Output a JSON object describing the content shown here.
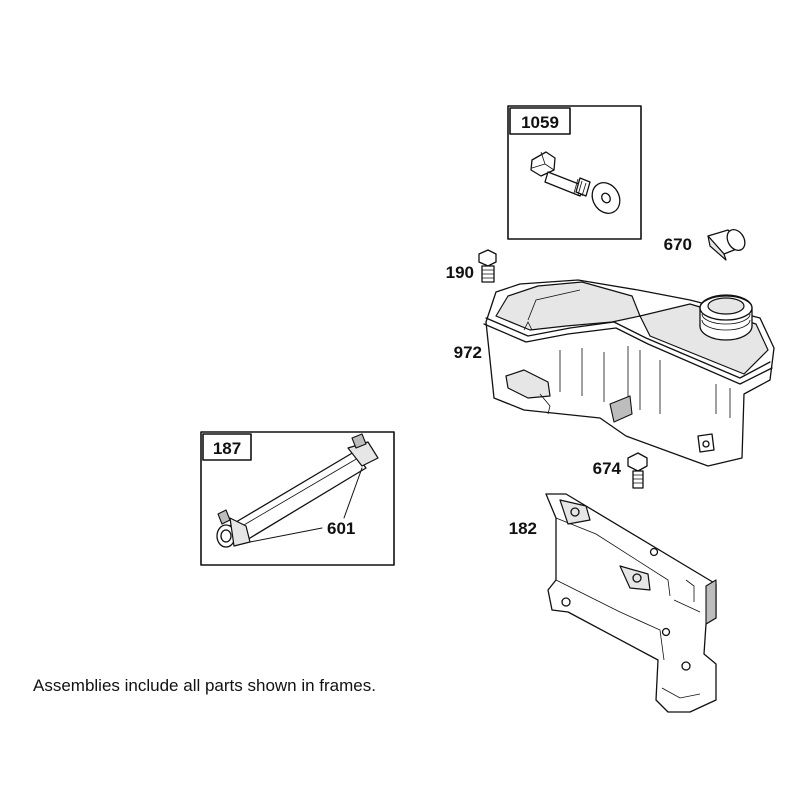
{
  "frames": {
    "kit_1059": {
      "label": "1059"
    },
    "kit_187": {
      "label": "187"
    }
  },
  "parts": {
    "p670": "670",
    "p190": "190",
    "p972": "972",
    "p674": "674",
    "p182": "182",
    "p601": "601"
  },
  "note": "Assemblies include all parts shown in frames.",
  "colors": {
    "line": "#111111",
    "shade": "#e6e6e6",
    "background": "#ffffff"
  }
}
